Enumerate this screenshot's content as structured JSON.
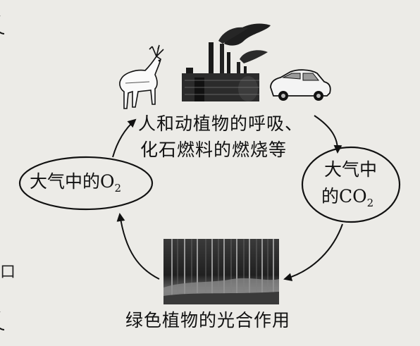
{
  "top_label": {
    "line1": "人和动植物的呼吸、",
    "line2": "化石燃料的燃烧等"
  },
  "left_node": {
    "text": "大气中的O",
    "sub": "2"
  },
  "right_node": {
    "line1": "大气中",
    "line2_text": "的CO",
    "line2_sub": "2"
  },
  "bottom_label": "绿色植物的光合作用",
  "edge_mark": "口",
  "icons": [
    "deer-icon",
    "factory-icon",
    "car-icon",
    "forest-photo"
  ]
}
